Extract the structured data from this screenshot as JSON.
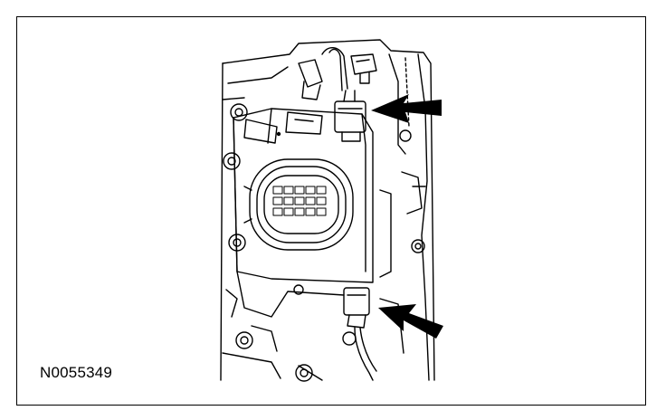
{
  "figure": {
    "id_label": "N0055349"
  },
  "colors": {
    "ink": "#000000",
    "paper": "#ffffff"
  },
  "callouts": [
    {
      "name": "upper-connector-arrow",
      "points_to": "upper-electrical-connector"
    },
    {
      "name": "lower-connector-arrow",
      "points_to": "lower-electrical-connector"
    }
  ]
}
